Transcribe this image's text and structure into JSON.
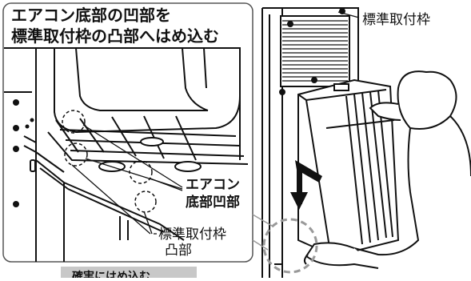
{
  "left_panel": {
    "title_line_1": "エアコン底部の凹部を",
    "title_line_2": "標準取付枠の凸部へはめ込む",
    "callout_recess_line_1": "エアコン",
    "callout_recess_line_2": "底部凹部",
    "callout_protrusion_line_1": "標準取付枠",
    "callout_protrusion_line_2": "凸部",
    "bottom_caption": "確実にはめ込む"
  },
  "right_panel": {
    "frame_label": "標準取付枠"
  },
  "colors": {
    "line": "#111111",
    "panel_border": "#555555",
    "caption_bg": "#c8c8c8",
    "shade": "#d9d9d9"
  }
}
